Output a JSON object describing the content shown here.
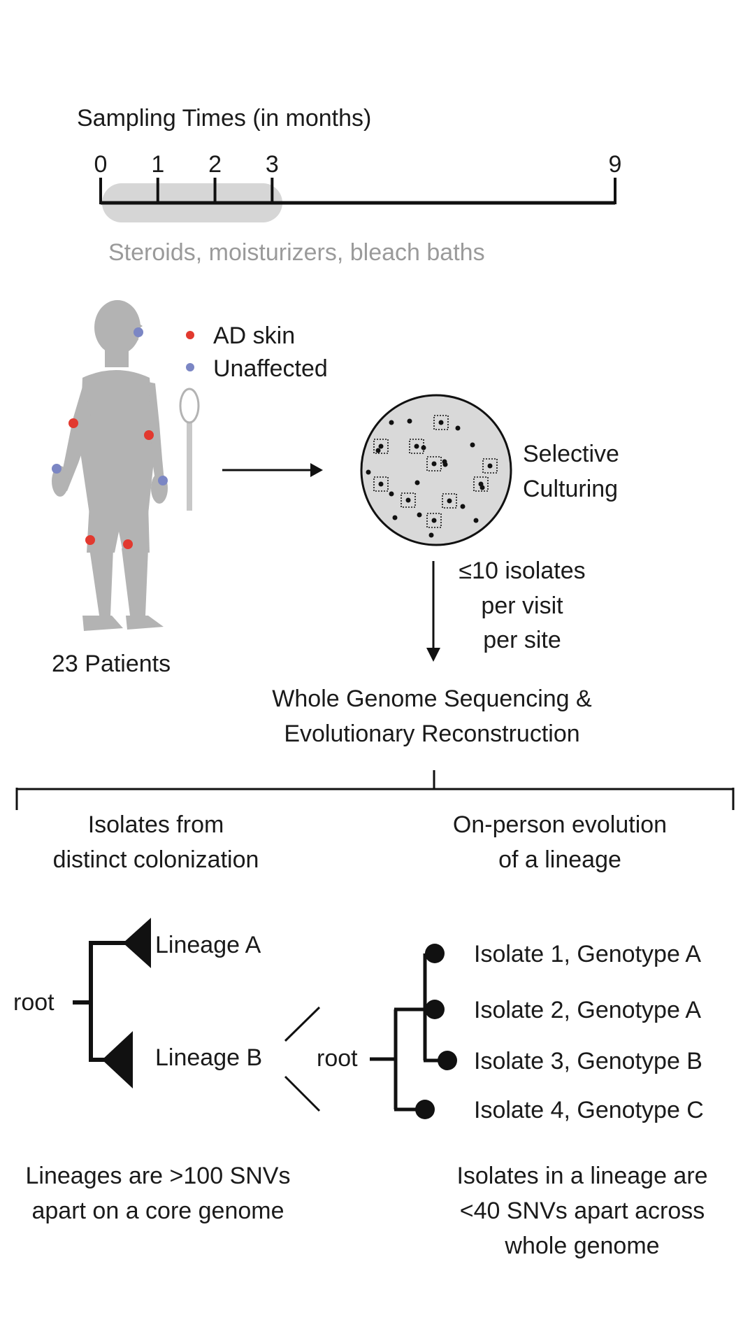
{
  "timeline": {
    "title": "Sampling Times (in months)",
    "ticks": [
      "0",
      "1",
      "2",
      "3",
      "9"
    ],
    "tick_months": [
      0,
      1,
      2,
      3,
      9
    ],
    "treatment_window_months": [
      0,
      3
    ],
    "treatment_label": "Steroids, moisturizers, bleach baths"
  },
  "sampling": {
    "legend": [
      {
        "label": "AD skin",
        "color": "#e2392f"
      },
      {
        "label": "Unaffected",
        "color": "#7b86c4"
      }
    ],
    "patients_label": "23 Patients",
    "culture_label_1": "Selective",
    "culture_label_2": "Culturing",
    "isolates_label_1": "≤10 isolates",
    "isolates_label_2": "per visit",
    "isolates_label_3": "per site",
    "wgs_label_1": "Whole Genome Sequencing &",
    "wgs_label_2": "Evolutionary Reconstruction"
  },
  "left_branch": {
    "heading_1": "Isolates from",
    "heading_2": "distinct colonization",
    "root_label": "root",
    "lineage_a": "Lineage A",
    "lineage_b": "Lineage B",
    "footer_1": "Lineages are >100 SNVs",
    "footer_2": "apart on a core genome"
  },
  "right_branch": {
    "heading_1": "On-person evolution",
    "heading_2": "of a lineage",
    "root_label": "root",
    "isolates": [
      "Isolate 1, Genotype A",
      "Isolate 2, Genotype A",
      "Isolate 3, Genotype B",
      "Isolate 4, Genotype C"
    ],
    "footer_1": "Isolates in a lineage are",
    "footer_2": "<40 SNVs apart across",
    "footer_3": "whole genome"
  },
  "colors": {
    "figure": "#b3b3b3",
    "line": "#111111",
    "treatment_bar": "#d6d6d6",
    "treatment_text": "#9a9a9a"
  }
}
